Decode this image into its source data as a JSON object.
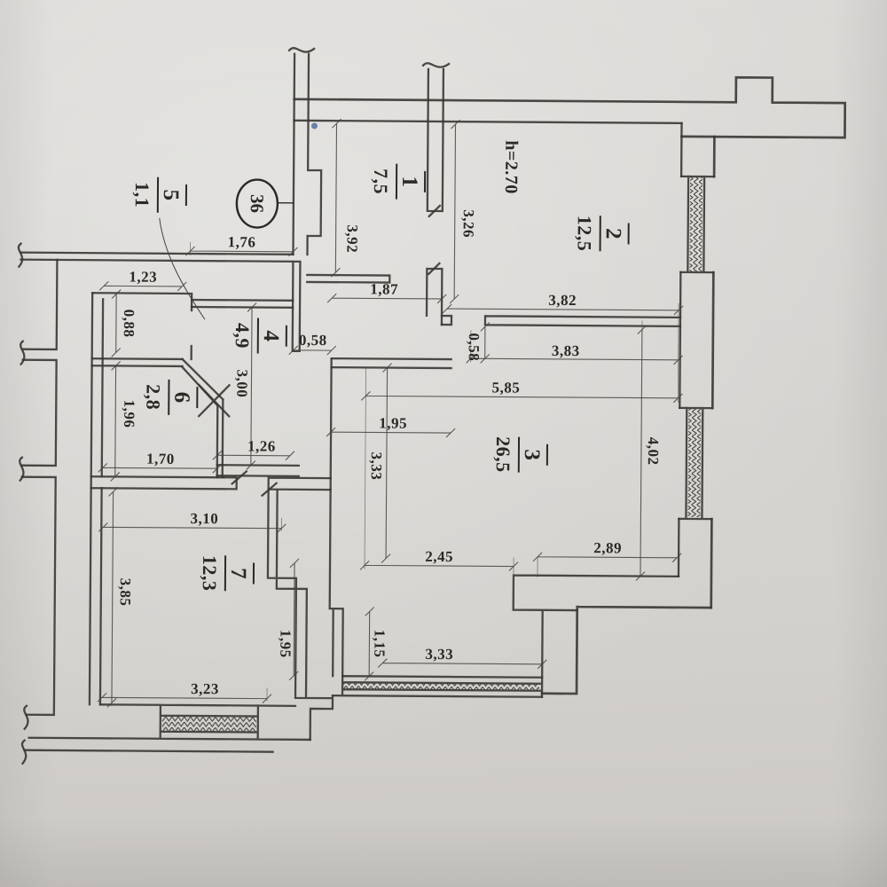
{
  "plan": {
    "apartment_number": "36",
    "ceiling_height": "h=2.70",
    "rooms": [
      {
        "number": "1",
        "area": "7,5"
      },
      {
        "number": "2",
        "area": "12,5"
      },
      {
        "number": "3",
        "area": "26,5"
      },
      {
        "number": "4",
        "area": "4,9"
      },
      {
        "number": "5",
        "area": "1,1"
      },
      {
        "number": "6",
        "area": "2,8"
      },
      {
        "number": "7",
        "area": "12,3"
      }
    ],
    "dimensions": {
      "entry_width": "1,76",
      "closet_width": "1,23",
      "room1_width": "1,87",
      "room2_width": "3,82",
      "hall_door": "0,58",
      "room3_top_width": "3,83",
      "room3_width": "5,85",
      "room3_niche_width": "1,95",
      "hall_bottom_width": "1,26",
      "room6_width": "1,70",
      "room7_top_width": "3,10",
      "room3_bottom_right": "2,89",
      "room3_bottom_left": "2,45",
      "balcony_window_width": "3,33",
      "room7_bottom_width": "3,23",
      "room1_depth": "3,92",
      "room2_depth": "3,26",
      "closet_depth": "0,88",
      "hall_depth": "3,00",
      "room6_depth": "1,96",
      "room3_left_depth": "3,33",
      "room3_right_depth": "4,02",
      "room2_door": "0,58",
      "room7_left_depth": "3,85",
      "room7_right_depth": "1,95",
      "niche_depth": "1,15"
    }
  }
}
